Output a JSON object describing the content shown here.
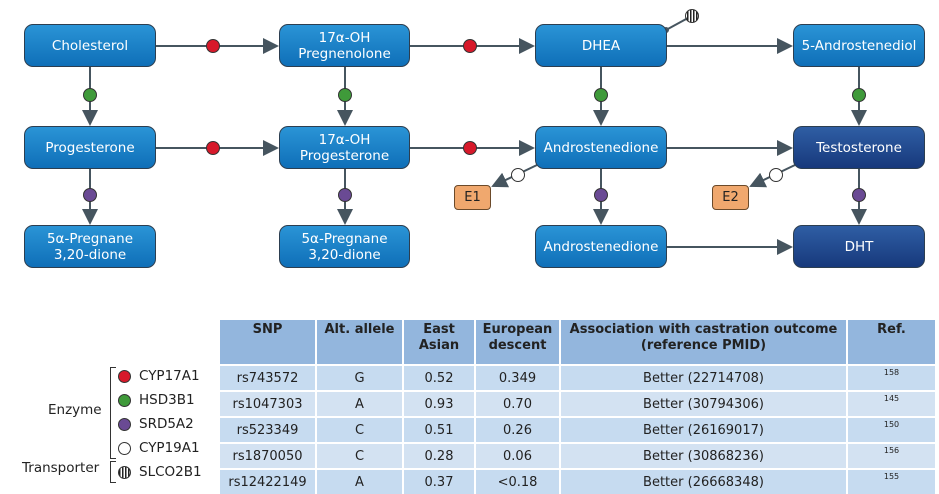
{
  "diagram": {
    "nodes": {
      "cholesterol": "Cholesterol",
      "pregnenolone": "17α-OH\nPregnenolone",
      "dhea": "DHEA",
      "androstenediol": "5-Androstenediol",
      "progesterone": "Progesterone",
      "oh_progesterone": "17α-OH\nProgesterone",
      "androstenedione": "Androstenedione",
      "testosterone": "Testosterone",
      "pregnane1": "5α-Pregnane\n3,20-dione",
      "pregnane2": "5α-Pregnane\n3,20-dione",
      "androstanedione": "Androstenedione",
      "dht": "DHT",
      "e1": "E1",
      "e2": "E2"
    },
    "colors": {
      "CYP17A1": "#d7192a",
      "HSD3B1": "#3f9a3a",
      "SRD5A2": "#6a4a94",
      "CYP19A1": "#ffffff",
      "SLCO2B1": "striped",
      "node": "#1a82c8",
      "node_dark": "#234a8e",
      "product": "#f0a86e"
    }
  },
  "legend": {
    "groups": [
      "Enzyme",
      "Transporter"
    ],
    "items": [
      {
        "gene": "CYP17A1",
        "color": "#d7192a",
        "icon": "red-dot"
      },
      {
        "gene": "HSD3B1",
        "color": "#3f9a3a",
        "icon": "green-dot"
      },
      {
        "gene": "SRD5A2",
        "color": "#6a4a94",
        "icon": "purple-dot"
      },
      {
        "gene": "CYP19A1",
        "color": "#ffffff",
        "icon": "white-dot"
      },
      {
        "gene": "SLCO2B1",
        "color": "striped",
        "icon": "striped-dot"
      }
    ]
  },
  "table": {
    "headers": [
      "SNP",
      "Alt. allele",
      "East\nAsian",
      "European\ndescent",
      "Association with castration outcome\n(reference PMID)",
      "Ref."
    ],
    "rows": [
      [
        "rs743572",
        "G",
        "0.52",
        "0.349",
        "Better (22714708)",
        "158"
      ],
      [
        "rs1047303",
        "A",
        "0.93",
        "0.70",
        "Better (30794306)",
        "145"
      ],
      [
        "rs523349",
        "C",
        "0.51",
        "0.26",
        "Better (26169017)",
        "150"
      ],
      [
        "rs1870050",
        "C",
        "0.28",
        "0.06",
        "Better (30868236)",
        "156"
      ],
      [
        "rs12422149",
        "A",
        "0.37",
        "<0.18",
        "Better (26668348)",
        "155"
      ]
    ]
  }
}
